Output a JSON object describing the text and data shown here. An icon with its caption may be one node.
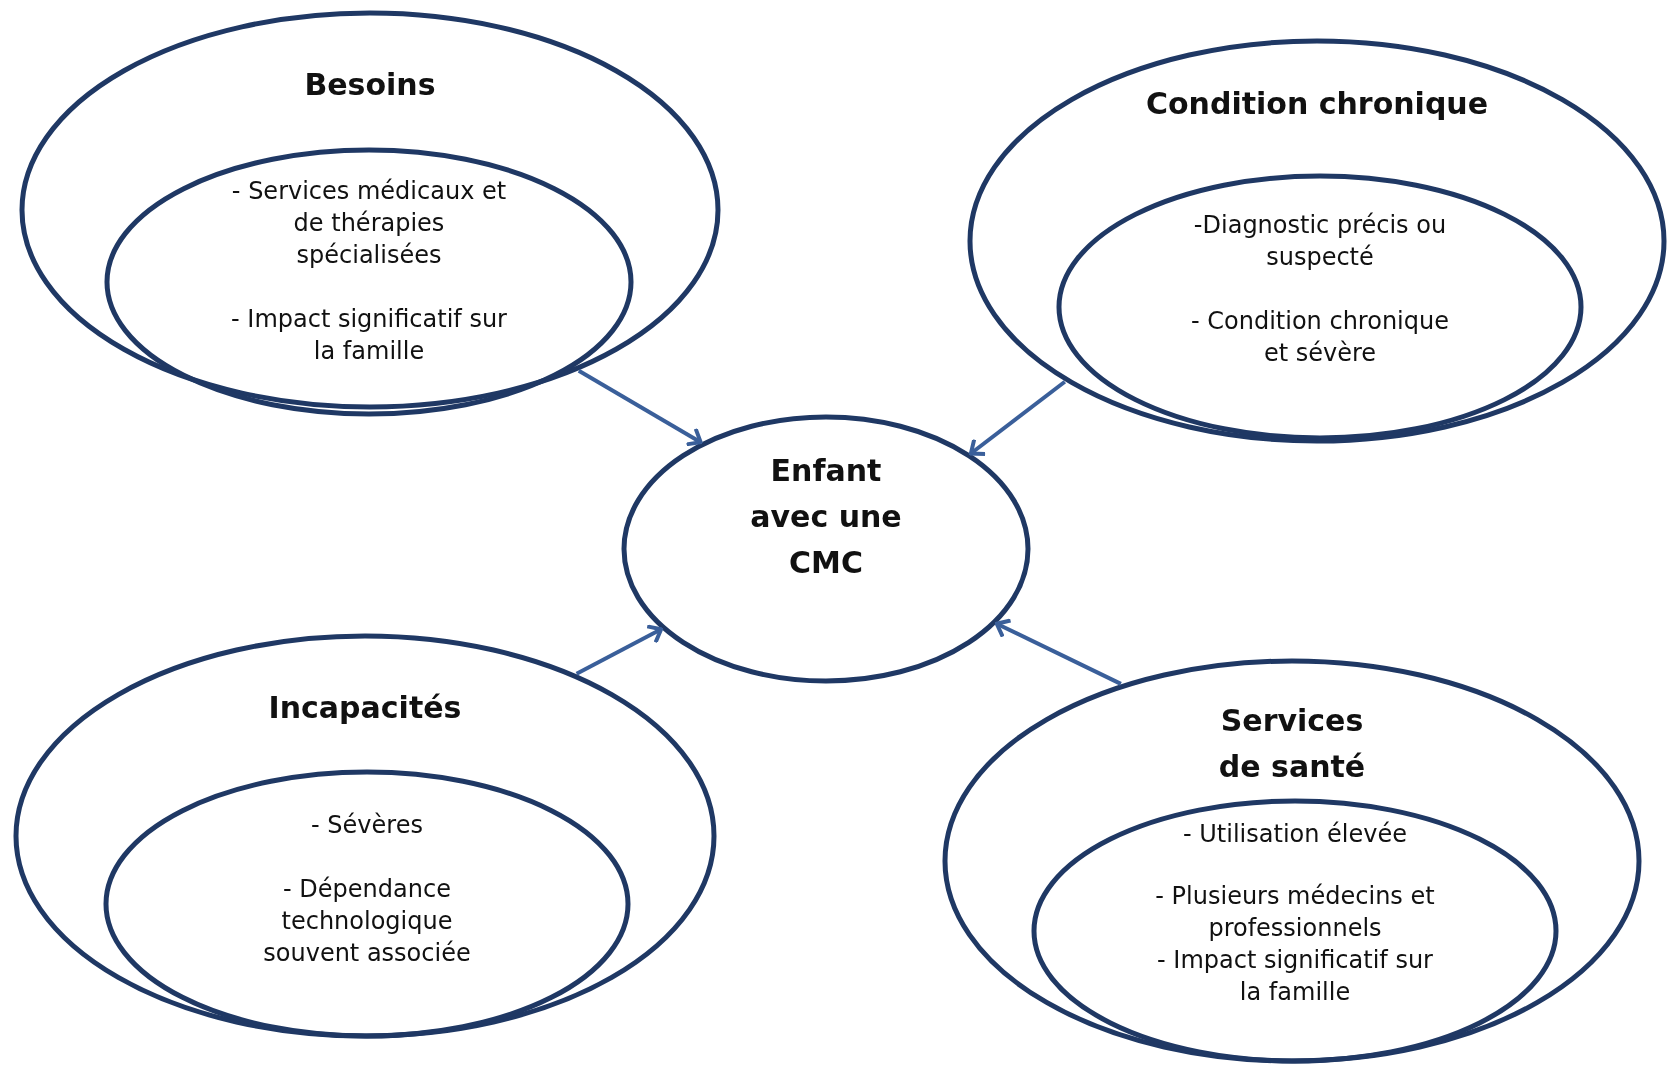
{
  "diagram": {
    "nodes": [
      {
        "text": [
          "Besoins"
        ]
      },
      {
        "text": [
          "- Services médicaux et de thérapies spécialisées",
          "- Impact significatif sur la famille"
        ],
        "in": 0
      },
      {
        "text": [
          "Condition chronique"
        ]
      },
      {
        "text": [
          "-Diagnostic précis ou suspecté",
          "- Condition chronique et sévère"
        ],
        "in": 2
      },
      {
        "text": [
          "Enfant avec une CMC"
        ]
      },
      {
        "text": [
          "Incapacités"
        ]
      },
      {
        "text": [
          "- Sévères",
          "- Dépendance technologique souvent associée"
        ],
        "in": 5
      },
      {
        "text": [
          "Services de santé"
        ]
      },
      {
        "text": [
          "- Utilisation élevée",
          "- Plusieurs médecins et professionnels",
          "- Impact significatif sur la famille"
        ],
        "in": 7
      }
    ],
    "edges": [
      {
        "from": 0,
        "to": 4,
        "arrow": "to"
      },
      {
        "from": 2,
        "to": 4,
        "arrow": "to"
      },
      {
        "from": 5,
        "to": 4,
        "arrow": "to"
      },
      {
        "from": 7,
        "to": 4,
        "arrow": "to"
      }
    ]
  }
}
